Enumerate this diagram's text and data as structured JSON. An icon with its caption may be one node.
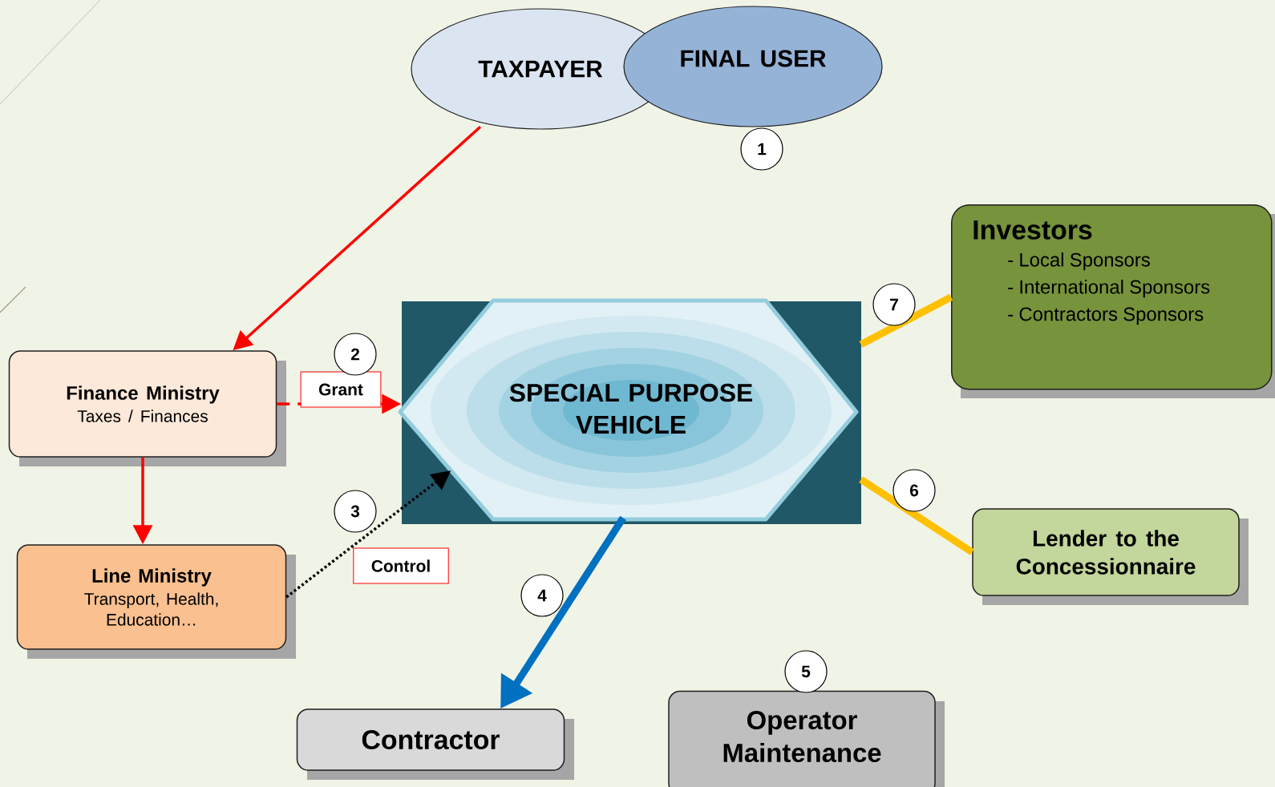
{
  "diagram": {
    "nodes": [
      {
        "text": [
          "TAXPAYER"
        ]
      },
      {
        "text": [
          "FINAL USER"
        ]
      },
      {
        "text": [
          "Finance Ministry",
          "Taxes / Finances"
        ]
      },
      {
        "text": [
          "Line Ministry",
          "Transport, Health, Education…"
        ]
      },
      {
        "text": [
          "SPECIAL PURPOSE VEHICLE"
        ]
      },
      {
        "text": [
          "Investors",
          "- Local Sponsors",
          "- International Sponsors",
          "- Contractors Sponsors"
        ]
      },
      {
        "text": [
          "Lender to the Concessionnaire"
        ]
      },
      {
        "text": [
          "Contractor"
        ]
      },
      {
        "text": [
          "Operator Maintenance"
        ]
      }
    ],
    "edges": [
      {
        "from": 0,
        "to": 2,
        "arrow": "to"
      },
      {
        "from": 2,
        "to": 4,
        "arrow": "to",
        "label": "Grant",
        "style": "dashed"
      },
      {
        "from": 2,
        "to": 3,
        "arrow": "to"
      },
      {
        "from": 3,
        "to": 4,
        "arrow": "to",
        "label": "Control",
        "style": "dashed",
        "color": "#000000"
      },
      {
        "from": 4,
        "to": 7,
        "arrow": "to",
        "style": "thick",
        "color": "#0070c0"
      },
      {
        "from": 4,
        "to": 5,
        "arrow": "none",
        "style": "thick",
        "color": "#ffc000"
      },
      {
        "from": 4,
        "to": 6,
        "arrow": "none",
        "style": "thick",
        "color": "#ffc000"
      }
    ],
    "labels": [
      "1",
      "2",
      "3",
      "4",
      "5",
      "6",
      "7"
    ]
  }
}
